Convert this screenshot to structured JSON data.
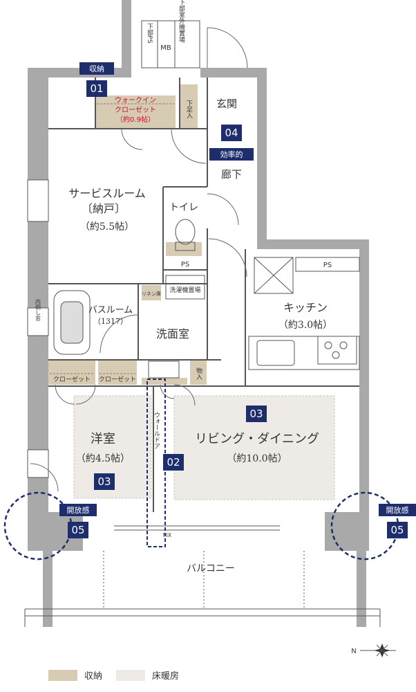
{
  "colors": {
    "wall": "#a9a9a9",
    "storage": "#d8cbb4",
    "floor_heating": "#eeebe7",
    "marker": "#1e2d6b",
    "red_text": "#c8102e",
    "line": "#555555"
  },
  "rooms": {
    "service_room": {
      "name": "サービスルーム",
      "sub": "〔納戸〕",
      "size": "（約5.5帖）"
    },
    "toilet": "トイレ",
    "bathroom": {
      "name": "バスルーム",
      "size": "（1317）"
    },
    "washroom": "洗面室",
    "kitchen": {
      "name": "キッチン",
      "size": "（約3.0帖）"
    },
    "western_room": {
      "name": "洋室",
      "size": "（約4.5帖）"
    },
    "living": {
      "name": "リビング・ダイニング",
      "size": "（約10.0帖）"
    },
    "entrance": "玄関",
    "hallway": "廊下",
    "balcony": "バルコニー"
  },
  "fixtures": {
    "walk_in_closet": [
      "ウォークイン",
      "クローゼット",
      "（約0.9帖）"
    ],
    "shoe_box": "下足入",
    "linen": "リネン庫",
    "laundry": "洗濯機置場",
    "storage": "物入",
    "closet_1": "クローゼット",
    "closet_2": "クローゼット",
    "ps_1": "PS",
    "ps_2": "PS",
    "mb": "MB",
    "lower_ps": "下部PS",
    "lower_outdoor_unit": "下部室外機置場",
    "window_bar": "内倒し窓",
    "walk_door": "ウォールドア",
    "fix": "FIX"
  },
  "markers": [
    {
      "tag": "収納",
      "num": "01"
    },
    {
      "num": "02"
    },
    {
      "num": "03"
    },
    {
      "num": "03"
    },
    {
      "tag": "効率的",
      "num": "04"
    },
    {
      "tag": "開放感",
      "num": "05"
    },
    {
      "tag": "開放感",
      "num": "05"
    }
  ],
  "legend": {
    "storage": "収納",
    "floor_heating": "床暖房"
  },
  "compass": "N"
}
